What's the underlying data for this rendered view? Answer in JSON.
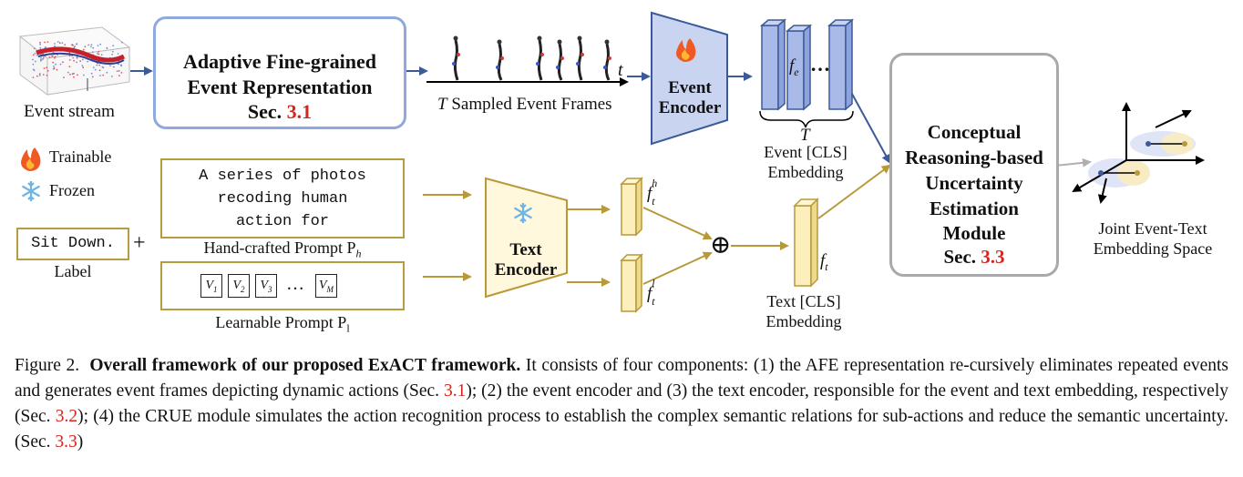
{
  "inputs": {
    "event_stream_label": "Event stream",
    "label_caption": "Label",
    "label_value": "Sit Down.",
    "plus": "+"
  },
  "legend": {
    "trainable": "Trainable",
    "frozen": "Frozen",
    "trainable_icon": "flame-icon",
    "frozen_icon": "snowflake-icon"
  },
  "afe_box": {
    "line1": "Adaptive Fine-grained",
    "line2": "Event Representation",
    "sec_prefix": "Sec.",
    "sec_num": "3.1"
  },
  "frames": {
    "t_axis": "t",
    "caption_T": "T",
    "caption_rest": "Sampled Event Frames"
  },
  "event_encoder": {
    "line1": "Event",
    "line2": "Encoder"
  },
  "event_embedding": {
    "feature_label": "f",
    "feature_sub": "e",
    "dots": "…",
    "brace_T": "T",
    "label_line1": "Event [CLS]",
    "label_line2": "Embedding"
  },
  "prompts": {
    "handcrafted_text_line1": "A series of photos",
    "handcrafted_text_line2": "recoding human",
    "handcrafted_text_line3": "action for",
    "handcrafted_label": "Hand-crafted Prompt P",
    "handcrafted_sub": "h",
    "learnable_tokens": [
      "V1",
      "V2",
      "V3",
      "…",
      "VM"
    ],
    "learnable_label": "Learnable Prompt P",
    "learnable_sub": "l"
  },
  "text_encoder": {
    "line1": "Text",
    "line2": "Encoder"
  },
  "text_features": {
    "fh": "f",
    "fh_sub": "t",
    "fh_sup": "h",
    "fl": "f",
    "fl_sub": "t",
    "fl_sup": "l",
    "oplus": "⊕",
    "ft": "f",
    "ft_sub": "t",
    "label_line1": "Text [CLS]",
    "label_line2": "Embedding"
  },
  "crue_box": {
    "line1": "Conceptual",
    "line2": "Reasoning-based",
    "line3": "Uncertainty",
    "line4": "Estimation",
    "line5": "Module",
    "sec_prefix": "Sec.",
    "sec_num": "3.3",
    "icon": "brain-head-icon"
  },
  "joint_space": {
    "line1": "Joint Event-Text",
    "line2": "Embedding Space"
  },
  "caption": {
    "fig": "Figure 2.",
    "bold": "Overall framework of our proposed ExACT framework.",
    "t1": " It consists of four components: (1) the AFE representation re-cursively eliminates repeated events and generates event frames depicting dynamic actions (Sec. ",
    "r1": "3.1",
    "t2": "); (2) the event encoder and (3) the text encoder, responsible for the event and text embedding, respectively (Sec. ",
    "r2": "3.2",
    "t3": "); (4) the CRUE module simulates the action recognition process to establish the complex semantic relations for sub-actions and reduce the semantic uncertainty. (Sec. ",
    "r3": "3.3",
    "t4": ")"
  },
  "colors": {
    "blue_arrow": "#3c5a9a",
    "gold_arrow": "#b8993a",
    "box_blue": "#8fa9dc",
    "encoder_fill": "#c9d4f0",
    "gold_bar": "#fcefbc",
    "blue_bar": "#a9b9e8",
    "red": "#d6261f"
  }
}
